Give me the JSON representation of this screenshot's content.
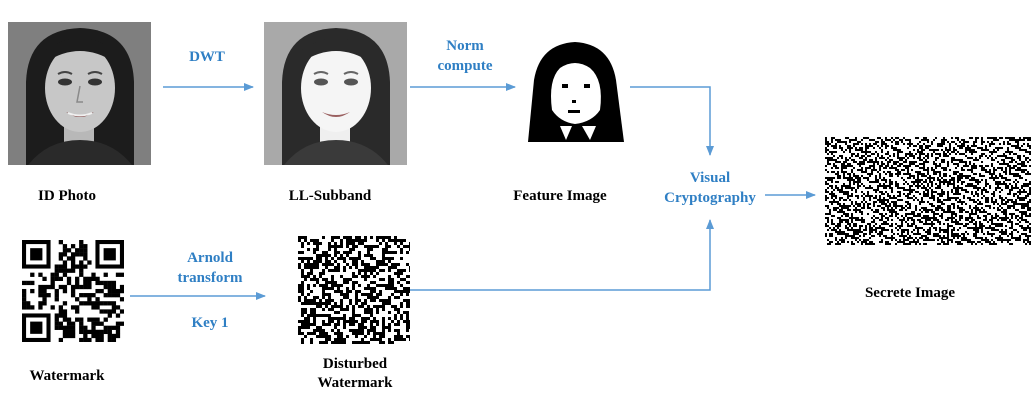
{
  "nodes": {
    "id_photo": "ID Photo",
    "ll_subband": "LL-Subband",
    "feature_image": "Feature Image",
    "watermark": "Watermark",
    "disturbed_watermark_line1": "Disturbed",
    "disturbed_watermark_line2": "Watermark",
    "secret_image": "Secrete Image"
  },
  "operations": {
    "dwt": "DWT",
    "norm_line1": "Norm",
    "norm_line2": "compute",
    "visual_line1": "Visual",
    "visual_line2": "Cryptography",
    "arnold_line1": "Arnold",
    "arnold_line2": "transform",
    "key": "Key 1"
  },
  "colors": {
    "arrow": "#5b9bd5",
    "operation_text": "#2f7fc4"
  }
}
